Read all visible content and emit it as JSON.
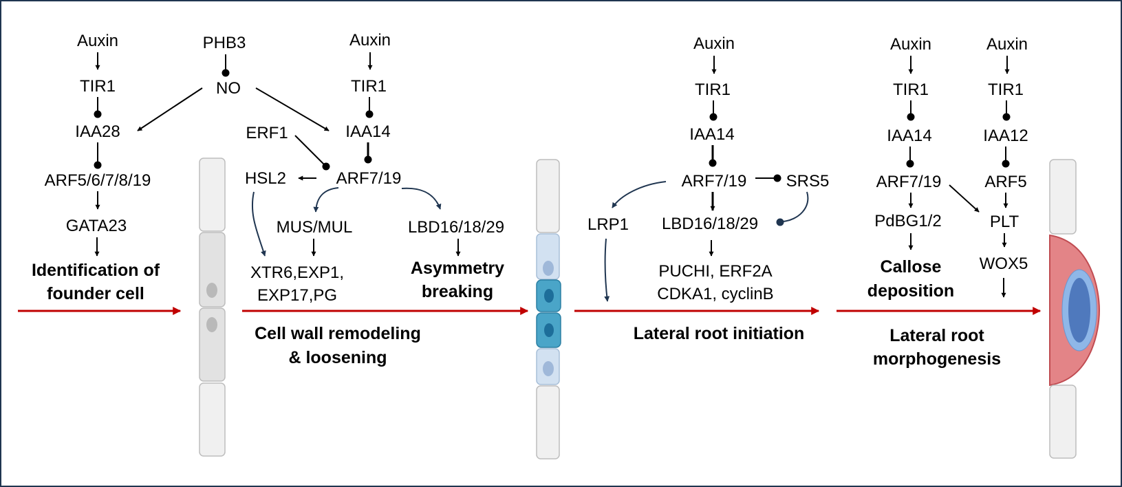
{
  "stage1": {
    "auxin": "Auxin",
    "tir1": "TIR1",
    "iaa": "IAA28",
    "arf": "ARF5/6/7/8/19",
    "gata": "GATA23",
    "label_line1": "Identification of",
    "label_line2": "founder cell"
  },
  "stage2": {
    "phb3": "PHB3",
    "no": "NO",
    "auxin": "Auxin",
    "tir1": "TIR1",
    "iaa": "IAA14",
    "erf1": "ERF1",
    "hsl2": "HSL2",
    "arf": "ARF7/19",
    "mus": "MUS/MUL",
    "lbd": "LBD16/18/29",
    "xtr_line1": "XTR6,EXP1,",
    "xtr_line2": "EXP17,PG",
    "asym_line1": "Asymmetry",
    "asym_line2": "breaking",
    "label_line1": "Cell wall remodeling",
    "label_line2": "& loosening"
  },
  "stage3": {
    "auxin": "Auxin",
    "tir1": "TIR1",
    "iaa": "IAA14",
    "arf": "ARF7/19",
    "srs5": "SRS5",
    "lrp1": "LRP1",
    "lbd": "LBD16/18/29",
    "puchi": "PUCHI, ERF2A",
    "cdka": "CDKA1, cyclinB",
    "label": "Lateral root initiation"
  },
  "stage4": {
    "auxin_a": "Auxin",
    "tir1_a": "TIR1",
    "iaa_a": "IAA14",
    "arf_a": "ARF7/19",
    "pdbg": "PdBG1/2",
    "callose_line1": "Callose",
    "callose_line2": "deposition",
    "auxin_b": "Auxin",
    "tir1_b": "TIR1",
    "iaa_b": "IAA12",
    "arf_b": "ARF5",
    "plt": "PLT",
    "wox5": "WOX5",
    "label_line1": "Lateral root",
    "label_line2": "morphogenesis"
  },
  "colors": {
    "stage_arrow": "#c00000",
    "curved_arrow": "#1f3550",
    "cell_gray": "#e2e2e2",
    "cell_light_blue": "#d2e1f1",
    "cell_teal": "#4aa5c8",
    "primordium_red": "#e38487",
    "primordium_blue": "#4f79bd"
  }
}
